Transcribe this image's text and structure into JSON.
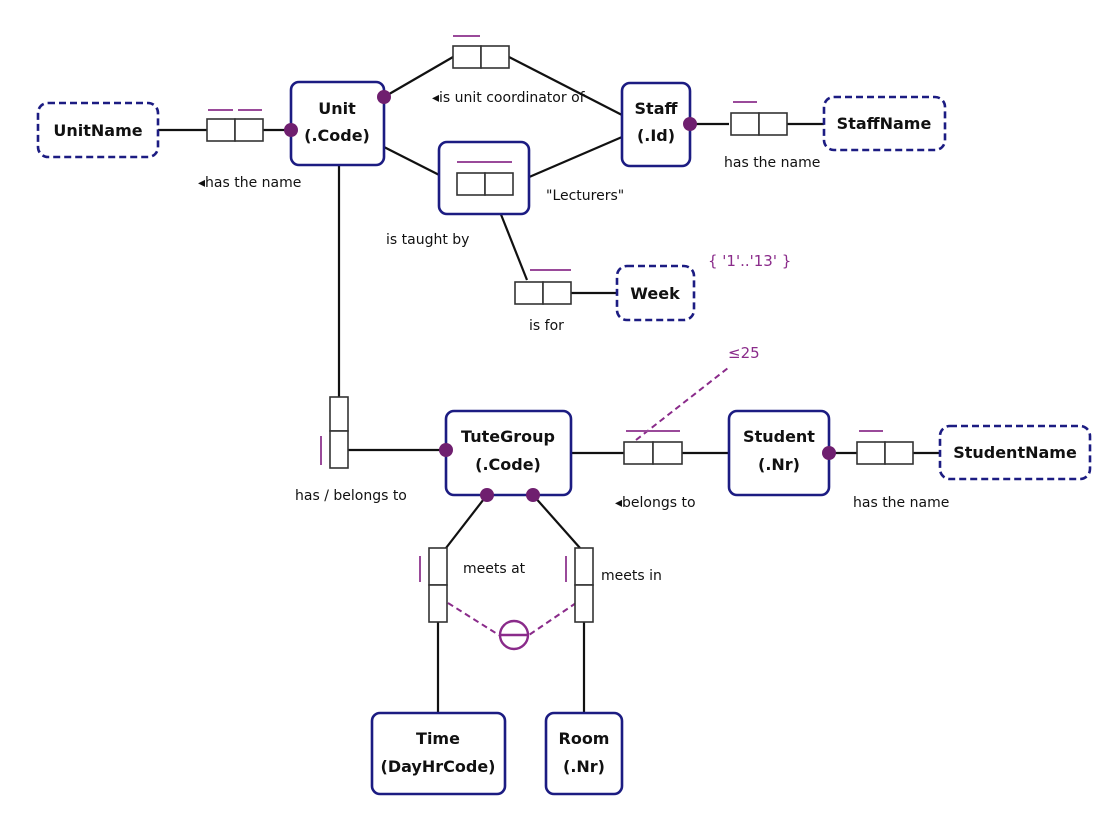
{
  "entities": {
    "unit": {
      "name": "Unit",
      "ref": "(.Code)"
    },
    "staff": {
      "name": "Staff",
      "ref": "(.Id)"
    },
    "tutegroup": {
      "name": "TuteGroup",
      "ref": "(.Code)"
    },
    "student": {
      "name": "Student",
      "ref": "(.Nr)"
    },
    "time": {
      "name": "Time",
      "ref": "(DayHrCode)"
    },
    "room": {
      "name": "Room",
      "ref": "(.Nr)"
    }
  },
  "value_types": {
    "unitname": "UnitName",
    "staffname": "StaffName",
    "week": "Week",
    "studentname": "StudentName"
  },
  "facts": {
    "unit_has_name": "◂has the name",
    "coordinator": "◂is unit coordinator of",
    "staff_has_name": "has the name",
    "taught_by": "is taught by",
    "objectified": "\"Lecturers\"",
    "is_for": "is for",
    "has_belongs": "has / belongs to",
    "belongs_to": "◂belongs to",
    "student_has_name": "has the name",
    "meets_at": "meets at",
    "meets_in": "meets in"
  },
  "constraints": {
    "week_values": "{ '1'..'13' }",
    "frequency": "≤25"
  },
  "colors": {
    "entity_border": "#1c1c82",
    "constraint": "#8a2b8a",
    "line": "#111111"
  }
}
